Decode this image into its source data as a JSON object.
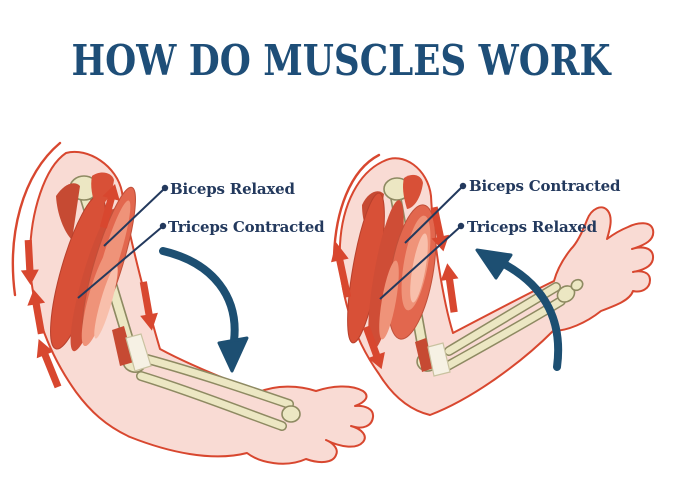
{
  "title": "HOW DO MUSCLES WORK",
  "figures": [
    {
      "labels": [
        {
          "text": "Biceps Relaxed"
        },
        {
          "text": "Triceps Contracted"
        }
      ]
    },
    {
      "labels": [
        {
          "text": "Biceps Contracted"
        },
        {
          "text": "Triceps Relaxed"
        }
      ]
    }
  ],
  "icons": {
    "extension_arrow": "curved-down-arrow",
    "flexion_arrow": "curved-up-arrow",
    "muscle_arrows": "red-directional-arrows"
  },
  "colors": {
    "background": "#ffffff",
    "title_text": "#1e4e78",
    "label_text": "#23395d",
    "motion_arrow": "#1d4f72",
    "muscle_red": "#d85037",
    "muscle_dark": "#c64a33",
    "muscle_mid": "#e2674e",
    "muscle_light": "#ef9379",
    "muscle_lightest": "#f8bfab",
    "skin": "#f9dbd4",
    "outline_red": "#d8472f",
    "bone": "#ece7c3",
    "bone_outline": "#8e8a62",
    "tendon": "#f6f1e4"
  }
}
